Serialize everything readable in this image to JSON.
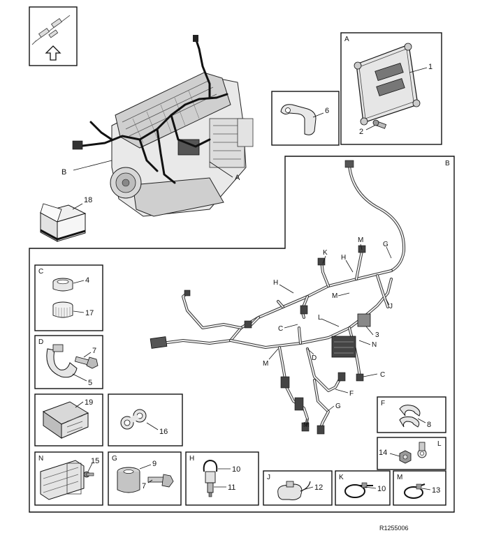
{
  "diagram": {
    "reference_code": "R1255006",
    "overview_labels": {
      "A": "A",
      "B": "B"
    },
    "section_letters": {
      "A": "A",
      "B": "B",
      "C": "C",
      "D": "D",
      "F": "F",
      "L": "L",
      "N": "N",
      "G": "G",
      "H": "H",
      "J": "J",
      "K": "K",
      "M": "M"
    },
    "harness_labels": {
      "K": "K",
      "M1": "M",
      "G1": "G",
      "H1": "H",
      "H2": "H",
      "M2": "M",
      "J": "J",
      "C1": "C",
      "L": "L",
      "N": "N",
      "D": "D",
      "M3": "M",
      "C2": "C",
      "F": "F",
      "G2": "G",
      "M4": "M",
      "num3": "3"
    },
    "part_numbers": {
      "p1": "1",
      "p2": "2",
      "p3": "3",
      "p4": "4",
      "p5": "5",
      "p6": "6",
      "p7a": "7",
      "p7b": "7",
      "p8": "8",
      "p9": "9",
      "p10a": "10",
      "p10b": "10",
      "p11": "11",
      "p12": "12",
      "p13": "13",
      "p14": "14",
      "p15": "15",
      "p16": "16",
      "p17": "17",
      "p18": "18",
      "p19": "19"
    }
  }
}
